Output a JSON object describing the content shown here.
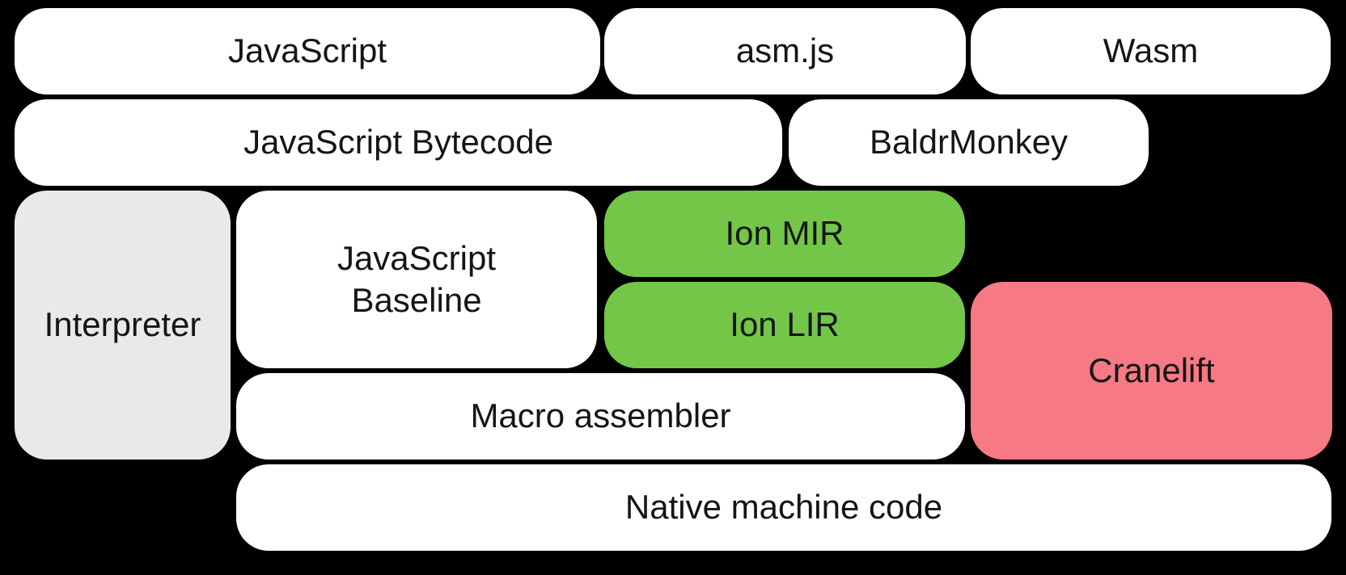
{
  "canvas": {
    "background": "#000000",
    "text_color": "#151515"
  },
  "colors": {
    "default_box": "#ffffff",
    "interpreter_box": "#e9e9e9",
    "ion_green": "#74c648",
    "cranelift_pink": "#f67984"
  },
  "boxes": {
    "javascript": {
      "label": "JavaScript"
    },
    "asmjs": {
      "label": "asm.js"
    },
    "wasm": {
      "label": "Wasm"
    },
    "bytecode": {
      "label": "JavaScript Bytecode"
    },
    "baldrmonkey": {
      "label": "BaldrMonkey"
    },
    "interpreter": {
      "label": "Interpreter"
    },
    "baseline": {
      "label": "JavaScript Baseline"
    },
    "ion_mir": {
      "label": "Ion MIR"
    },
    "ion_lir": {
      "label": "Ion LIR"
    },
    "cranelift": {
      "label": "Cranelift"
    },
    "macro_assembler": {
      "label": "Macro assembler"
    },
    "native_code": {
      "label": "Native machine code"
    }
  }
}
